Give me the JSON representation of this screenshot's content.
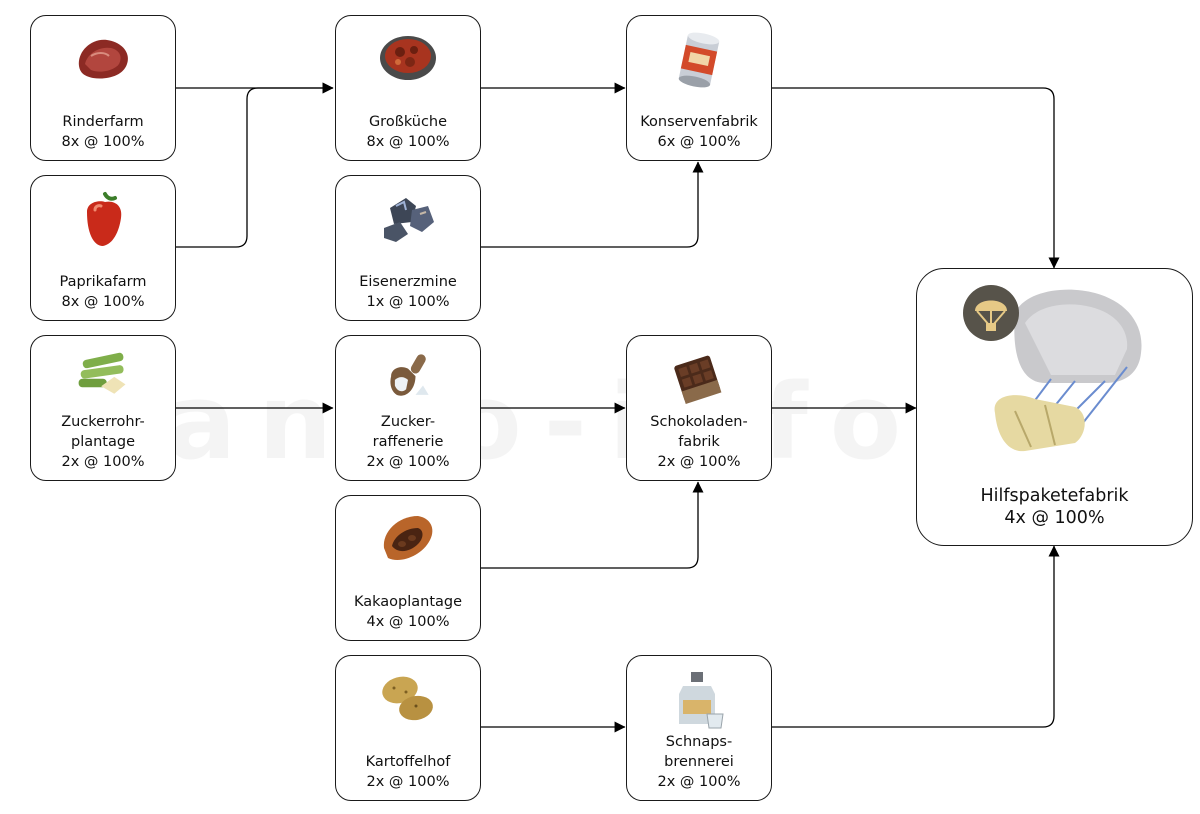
{
  "watermark": "©anno-info.de",
  "nodes": {
    "rinderfarm": {
      "lines": [
        "Rinderfarm",
        "8x @ 100%"
      ],
      "icon": "beef-icon"
    },
    "paprikafarm": {
      "lines": [
        "Paprikafarm",
        "8x @ 100%"
      ],
      "icon": "pepper-icon"
    },
    "zuckerrohr": {
      "lines": [
        "Zuckerrohr-",
        "plantage",
        "2x @ 100%"
      ],
      "icon": "sugarcane-icon"
    },
    "grosskueche": {
      "lines": [
        "Großküche",
        "8x @ 100%"
      ],
      "icon": "goulash-icon"
    },
    "eisenerzmine": {
      "lines": [
        "Eisenerzmine",
        "1x @ 100%"
      ],
      "icon": "iron-ore-icon"
    },
    "zuckerraffinerie": {
      "lines": [
        "Zucker-",
        "raffenerie",
        "2x @ 100%"
      ],
      "icon": "sugar-scoop-icon"
    },
    "kakaoplantage": {
      "lines": [
        "Kakaoplantage",
        "4x @ 100%"
      ],
      "icon": "cocoa-icon"
    },
    "kartoffelhof": {
      "lines": [
        "Kartoffelhof",
        "2x @ 100%"
      ],
      "icon": "potato-icon"
    },
    "konservenfabrik": {
      "lines": [
        "Konservenfabrik",
        "6x @ 100%"
      ],
      "icon": "tin-can-icon"
    },
    "schokoladenfabrik": {
      "lines": [
        "Schokoladen-",
        "fabrik",
        "2x @ 100%"
      ],
      "icon": "chocolate-icon"
    },
    "schnapsbrennerei": {
      "lines": [
        "Schnaps-",
        "brennerei",
        "2x @ 100%"
      ],
      "icon": "schnapps-icon"
    },
    "hilfspaketefabrik": {
      "lines": [
        "Hilfspaketefabrik",
        "4x @ 100%"
      ],
      "icon": "aid-package-icon",
      "badge_icon": "parachute-icon"
    }
  },
  "edges": [
    {
      "from": "rinderfarm",
      "to": "grosskueche"
    },
    {
      "from": "paprikafarm",
      "to": "grosskueche"
    },
    {
      "from": "grosskueche",
      "to": "konservenfabrik"
    },
    {
      "from": "eisenerzmine",
      "to": "konservenfabrik"
    },
    {
      "from": "zuckerrohr",
      "to": "zuckerraffinerie"
    },
    {
      "from": "zuckerraffinerie",
      "to": "schokoladenfabrik"
    },
    {
      "from": "kakaoplantage",
      "to": "schokoladenfabrik"
    },
    {
      "from": "kartoffelhof",
      "to": "schnapsbrennerei"
    },
    {
      "from": "konservenfabrik",
      "to": "hilfspaketefabrik"
    },
    {
      "from": "schokoladenfabrik",
      "to": "hilfspaketefabrik"
    },
    {
      "from": "schnapsbrennerei",
      "to": "hilfspaketefabrik"
    }
  ],
  "colors": {
    "border": "#1a1a1a",
    "arrow": "#000000"
  }
}
